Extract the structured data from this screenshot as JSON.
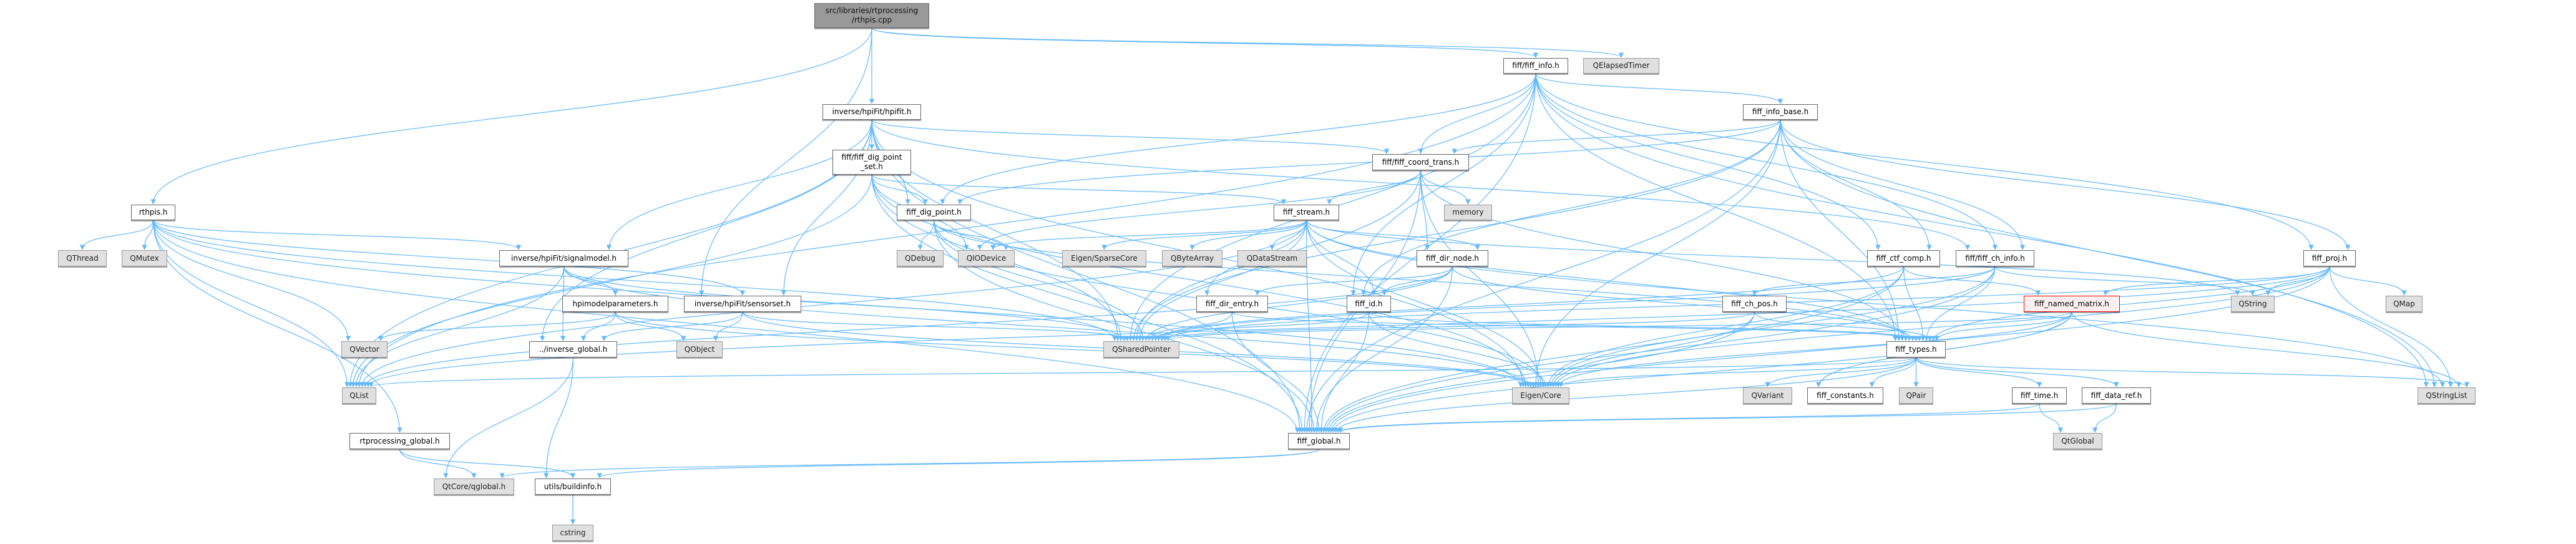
{
  "graph": {
    "title": "Include dependency graph for rthpis.cpp",
    "edge_color": "#63b8ff",
    "nodes": [
      {
        "id": "root",
        "label": "src/libraries/rtprocessing\n/rthpis.cpp",
        "kind": "root"
      },
      {
        "id": "rthpis_h",
        "label": "rthpis.h",
        "kind": "file"
      },
      {
        "id": "QThread",
        "label": "QThread",
        "kind": "external"
      },
      {
        "id": "QMutex",
        "label": "QMutex",
        "kind": "external"
      },
      {
        "id": "signalmodel",
        "label": "inverse/hpiFit/signalmodel.h",
        "kind": "file"
      },
      {
        "id": "hpifit",
        "label": "inverse/hpiFit/hpifit.h",
        "kind": "file"
      },
      {
        "id": "digpointset",
        "label": "fiff/fiff_dig_point\n_set.h",
        "kind": "file"
      },
      {
        "id": "hpimodel",
        "label": "hpimodelparameters.h",
        "kind": "file"
      },
      {
        "id": "sensorset",
        "label": "inverse/hpiFit/sensorset.h",
        "kind": "file"
      },
      {
        "id": "QVector",
        "label": "QVector",
        "kind": "external"
      },
      {
        "id": "invglobal",
        "label": "../inverse_global.h",
        "kind": "file"
      },
      {
        "id": "QObject",
        "label": "QObject",
        "kind": "external"
      },
      {
        "id": "QList",
        "label": "QList",
        "kind": "external"
      },
      {
        "id": "rtglobal",
        "label": "rtprocessing_global.h",
        "kind": "file"
      },
      {
        "id": "qglobal",
        "label": "QtCore/qglobal.h",
        "kind": "external"
      },
      {
        "id": "buildinfo",
        "label": "utils/buildinfo.h",
        "kind": "file"
      },
      {
        "id": "cstring",
        "label": "cstring",
        "kind": "external"
      },
      {
        "id": "fiffinfo",
        "label": "fiff/fiff_info.h",
        "kind": "file"
      },
      {
        "id": "QElapsedTimer",
        "label": "QElapsedTimer",
        "kind": "external"
      },
      {
        "id": "coordtrans",
        "label": "fiff/fiff_coord_trans.h",
        "kind": "file"
      },
      {
        "id": "digpoint",
        "label": "fiff_dig_point.h",
        "kind": "file"
      },
      {
        "id": "stream",
        "label": "fiff_stream.h",
        "kind": "file"
      },
      {
        "id": "memory",
        "label": "memory",
        "kind": "external"
      },
      {
        "id": "QDebug",
        "label": "QDebug",
        "kind": "external"
      },
      {
        "id": "QIODevice",
        "label": "QIODevice",
        "kind": "external"
      },
      {
        "id": "SparseCore",
        "label": "Eigen/SparseCore",
        "kind": "external"
      },
      {
        "id": "QByteArray",
        "label": "QByteArray",
        "kind": "external"
      },
      {
        "id": "QDataStream",
        "label": "QDataStream",
        "kind": "external"
      },
      {
        "id": "dirnode",
        "label": "fiff_dir_node.h",
        "kind": "file"
      },
      {
        "id": "direntry",
        "label": "fiff_dir_entry.h",
        "kind": "file"
      },
      {
        "id": "fiffid",
        "label": "fiff_id.h",
        "kind": "file"
      },
      {
        "id": "QSharedPointer",
        "label": "QSharedPointer",
        "kind": "external"
      },
      {
        "id": "EigenCore",
        "label": "Eigen/Core",
        "kind": "external"
      },
      {
        "id": "fiffglobal",
        "label": "fiff_global.h",
        "kind": "file"
      },
      {
        "id": "infobase",
        "label": "fiff_info_base.h",
        "kind": "file"
      },
      {
        "id": "ctfcomp",
        "label": "fiff_ctf_comp.h",
        "kind": "file"
      },
      {
        "id": "chinfo",
        "label": "fiff/fiff_ch_info.h",
        "kind": "file"
      },
      {
        "id": "proj",
        "label": "fiff_proj.h",
        "kind": "file"
      },
      {
        "id": "chpos",
        "label": "fiff_ch_pos.h",
        "kind": "file"
      },
      {
        "id": "namedmatrix",
        "label": "fiff_named_matrix.h",
        "kind": "highlight"
      },
      {
        "id": "QString",
        "label": "QString",
        "kind": "external"
      },
      {
        "id": "QMap",
        "label": "QMap",
        "kind": "external"
      },
      {
        "id": "types",
        "label": "fiff_types.h",
        "kind": "file"
      },
      {
        "id": "QVariant",
        "label": "QVariant",
        "kind": "external"
      },
      {
        "id": "constants",
        "label": "fiff_constants.h",
        "kind": "file"
      },
      {
        "id": "QPair",
        "label": "QPair",
        "kind": "external"
      },
      {
        "id": "time",
        "label": "fiff_time.h",
        "kind": "file"
      },
      {
        "id": "dataref",
        "label": "fiff_data_ref.h",
        "kind": "file"
      },
      {
        "id": "QStringList",
        "label": "QStringList",
        "kind": "external"
      },
      {
        "id": "QtGlobal",
        "label": "QtGlobal",
        "kind": "external"
      }
    ],
    "edges": [
      [
        "root",
        "rthpis_h"
      ],
      [
        "root",
        "hpifit"
      ],
      [
        "root",
        "fiffinfo"
      ],
      [
        "root",
        "QElapsedTimer"
      ],
      [
        "root",
        "sensorset"
      ],
      [
        "rthpis_h",
        "QThread"
      ],
      [
        "rthpis_h",
        "QMutex"
      ],
      [
        "rthpis_h",
        "signalmodel"
      ],
      [
        "rthpis_h",
        "sensorset"
      ],
      [
        "rthpis_h",
        "QSharedPointer"
      ],
      [
        "rthpis_h",
        "EigenCore"
      ],
      [
        "rthpis_h",
        "QVector"
      ],
      [
        "rthpis_h",
        "QList"
      ],
      [
        "rthpis_h",
        "rtglobal"
      ],
      [
        "rthpis_h",
        "fiffglobal"
      ],
      [
        "hpifit",
        "coordtrans"
      ],
      [
        "hpifit",
        "digpointset"
      ],
      [
        "hpifit",
        "digpoint"
      ],
      [
        "hpifit",
        "signalmodel"
      ],
      [
        "hpifit",
        "sensorset"
      ],
      [
        "hpifit",
        "invglobal"
      ],
      [
        "hpifit",
        "QList"
      ],
      [
        "hpifit",
        "QSharedPointer"
      ],
      [
        "hpifit",
        "EigenCore"
      ],
      [
        "hpifit",
        "chinfo"
      ],
      [
        "hpifit",
        "fiffglobal"
      ],
      [
        "digpointset",
        "digpoint"
      ],
      [
        "digpointset",
        "stream"
      ],
      [
        "digpointset",
        "fiffglobal"
      ],
      [
        "digpointset",
        "QSharedPointer"
      ],
      [
        "digpointset",
        "QList"
      ],
      [
        "digpointset",
        "QIODevice"
      ],
      [
        "digpointset",
        "EigenCore"
      ],
      [
        "signalmodel",
        "hpimodel"
      ],
      [
        "signalmodel",
        "invglobal"
      ],
      [
        "signalmodel",
        "EigenCore"
      ],
      [
        "signalmodel",
        "QList"
      ],
      [
        "signalmodel",
        "QSharedPointer"
      ],
      [
        "hpimodel",
        "invglobal"
      ],
      [
        "hpimodel",
        "QVector"
      ],
      [
        "hpimodel",
        "QObject"
      ],
      [
        "hpimodel",
        "EigenCore"
      ],
      [
        "sensorset",
        "invglobal"
      ],
      [
        "sensorset",
        "QObject"
      ],
      [
        "sensorset",
        "EigenCore"
      ],
      [
        "sensorset",
        "QSharedPointer"
      ],
      [
        "invglobal",
        "qglobal"
      ],
      [
        "invglobal",
        "buildinfo"
      ],
      [
        "rtglobal",
        "qglobal"
      ],
      [
        "rtglobal",
        "buildinfo"
      ],
      [
        "buildinfo",
        "cstring"
      ],
      [
        "fiffglobal",
        "qglobal"
      ],
      [
        "fiffglobal",
        "buildinfo"
      ],
      [
        "fiffinfo",
        "infobase"
      ],
      [
        "fiffinfo",
        "coordtrans"
      ],
      [
        "fiffinfo",
        "digpoint"
      ],
      [
        "fiffinfo",
        "chinfo"
      ],
      [
        "fiffinfo",
        "ctfcomp"
      ],
      [
        "fiffinfo",
        "proj"
      ],
      [
        "fiffinfo",
        "types"
      ],
      [
        "fiffinfo",
        "fiffid"
      ],
      [
        "fiffinfo",
        "fiffglobal"
      ],
      [
        "fiffinfo",
        "QSharedPointer"
      ],
      [
        "fiffinfo",
        "QStringList"
      ],
      [
        "fiffinfo",
        "QList"
      ],
      [
        "infobase",
        "coordtrans"
      ],
      [
        "infobase",
        "chinfo"
      ],
      [
        "infobase",
        "ctfcomp"
      ],
      [
        "infobase",
        "proj"
      ],
      [
        "infobase",
        "types"
      ],
      [
        "infobase",
        "fiffid"
      ],
      [
        "infobase",
        "fiffglobal"
      ],
      [
        "infobase",
        "QSharedPointer"
      ],
      [
        "infobase",
        "QStringList"
      ],
      [
        "infobase",
        "digpoint"
      ],
      [
        "infobase",
        "EigenCore"
      ],
      [
        "coordtrans",
        "stream"
      ],
      [
        "coordtrans",
        "memory"
      ],
      [
        "coordtrans",
        "dirnode"
      ],
      [
        "coordtrans",
        "types"
      ],
      [
        "coordtrans",
        "EigenCore"
      ],
      [
        "coordtrans",
        "fiffglobal"
      ],
      [
        "coordtrans",
        "QSharedPointer"
      ],
      [
        "coordtrans",
        "QIODevice"
      ],
      [
        "stream",
        "QIODevice"
      ],
      [
        "stream",
        "SparseCore"
      ],
      [
        "stream",
        "QByteArray"
      ],
      [
        "stream",
        "QDataStream"
      ],
      [
        "stream",
        "dirnode"
      ],
      [
        "stream",
        "direntry"
      ],
      [
        "stream",
        "fiffid"
      ],
      [
        "stream",
        "types"
      ],
      [
        "stream",
        "fiffglobal"
      ],
      [
        "stream",
        "QSharedPointer"
      ],
      [
        "stream",
        "QList"
      ],
      [
        "stream",
        "QStringList"
      ],
      [
        "stream",
        "QString"
      ],
      [
        "stream",
        "EigenCore"
      ],
      [
        "digpoint",
        "QDebug"
      ],
      [
        "digpoint",
        "QIODevice"
      ],
      [
        "digpoint",
        "fiffglobal"
      ],
      [
        "digpoint",
        "QSharedPointer"
      ],
      [
        "digpoint",
        "EigenCore"
      ],
      [
        "digpoint",
        "types"
      ],
      [
        "dirnode",
        "direntry"
      ],
      [
        "dirnode",
        "fiffid"
      ],
      [
        "dirnode",
        "types"
      ],
      [
        "dirnode",
        "fiffglobal"
      ],
      [
        "dirnode",
        "QSharedPointer"
      ],
      [
        "dirnode",
        "QList"
      ],
      [
        "direntry",
        "fiffglobal"
      ],
      [
        "direntry",
        "QSharedPointer"
      ],
      [
        "direntry",
        "types"
      ],
      [
        "fiffid",
        "fiffglobal"
      ],
      [
        "fiffid",
        "QSharedPointer"
      ],
      [
        "fiffid",
        "types"
      ],
      [
        "fiffid",
        "EigenCore"
      ],
      [
        "ctfcomp",
        "namedmatrix"
      ],
      [
        "ctfcomp",
        "types"
      ],
      [
        "ctfcomp",
        "QSharedPointer"
      ],
      [
        "ctfcomp",
        "EigenCore"
      ],
      [
        "ctfcomp",
        "fiffglobal"
      ],
      [
        "chinfo",
        "chpos"
      ],
      [
        "chinfo",
        "types"
      ],
      [
        "chinfo",
        "QSharedPointer"
      ],
      [
        "chinfo",
        "QString"
      ],
      [
        "chinfo",
        "EigenCore"
      ],
      [
        "chinfo",
        "fiffglobal"
      ],
      [
        "chpos",
        "types"
      ],
      [
        "chpos",
        "fiffglobal"
      ],
      [
        "chpos",
        "QSharedPointer"
      ],
      [
        "chpos",
        "EigenCore"
      ],
      [
        "proj",
        "namedmatrix"
      ],
      [
        "proj",
        "types"
      ],
      [
        "proj",
        "QString"
      ],
      [
        "proj",
        "QMap"
      ],
      [
        "proj",
        "QStringList"
      ],
      [
        "proj",
        "QList"
      ],
      [
        "proj",
        "QSharedPointer"
      ],
      [
        "proj",
        "EigenCore"
      ],
      [
        "proj",
        "fiffglobal"
      ],
      [
        "namedmatrix",
        "types"
      ],
      [
        "namedmatrix",
        "constants"
      ],
      [
        "namedmatrix",
        "QStringList"
      ],
      [
        "namedmatrix",
        "fiffglobal"
      ],
      [
        "namedmatrix",
        "EigenCore"
      ],
      [
        "namedmatrix",
        "QSharedPointer"
      ],
      [
        "types",
        "QVariant"
      ],
      [
        "types",
        "constants"
      ],
      [
        "types",
        "QPair"
      ],
      [
        "types",
        "time"
      ],
      [
        "types",
        "dataref"
      ],
      [
        "types",
        "QStringList"
      ],
      [
        "types",
        "QList"
      ],
      [
        "types",
        "EigenCore"
      ],
      [
        "types",
        "fiffglobal"
      ],
      [
        "time",
        "QtGlobal"
      ],
      [
        "time",
        "fiffglobal"
      ],
      [
        "dataref",
        "QtGlobal"
      ],
      [
        "dataref",
        "fiffglobal"
      ]
    ]
  }
}
